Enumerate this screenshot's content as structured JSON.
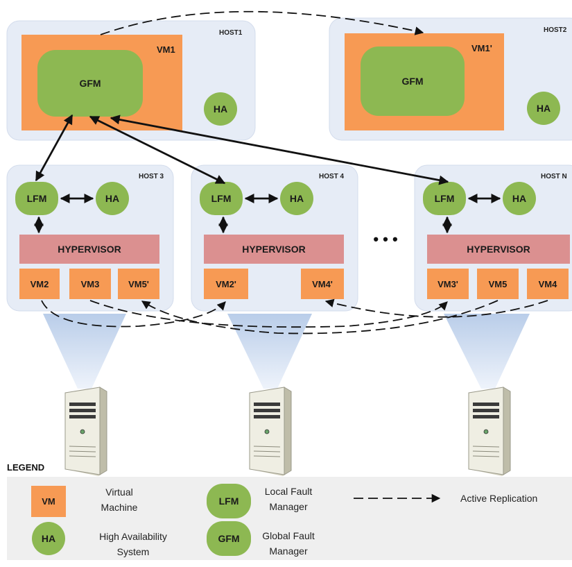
{
  "hosts": {
    "host1": {
      "label": "HOST1",
      "vm_label": "VM1",
      "gfm_label": "GFM",
      "ha_label": "HA"
    },
    "host2": {
      "label": "HOST2",
      "vm_label": "VM1'",
      "gfm_label": "GFM",
      "ha_label": "HA"
    },
    "host3": {
      "label": "HOST 3",
      "lfm_label": "LFM",
      "ha_label": "HA",
      "hypervisor_label": "HYPERVISOR",
      "vms": [
        "VM2",
        "VM3",
        "VM5'"
      ]
    },
    "host4": {
      "label": "HOST 4",
      "lfm_label": "LFM",
      "ha_label": "HA",
      "hypervisor_label": "HYPERVISOR",
      "vms": [
        "VM2'",
        "VM4'"
      ]
    },
    "hostn": {
      "label": "HOST N",
      "lfm_label": "LFM",
      "ha_label": "HA",
      "hypervisor_label": "HYPERVISOR",
      "vms": [
        "VM3'",
        "VM5",
        "VM4"
      ]
    }
  },
  "ellipsis": "• • •",
  "legend": {
    "title": "LEGEND",
    "vm": {
      "symbol": "VM",
      "text_line1": "Virtual",
      "text_line2": "Machine"
    },
    "ha": {
      "symbol": "HA",
      "text_line1": "High Availability",
      "text_line2": "System"
    },
    "lfm": {
      "symbol": "LFM",
      "text_line1": "Local Fault",
      "text_line2": "Manager"
    },
    "gfm": {
      "symbol": "GFM",
      "text_line1": "Global Fault",
      "text_line2": "Manager"
    },
    "replication": {
      "text": "Active Replication"
    }
  },
  "colors": {
    "host_background": "#e6ecf6",
    "vm": "#f79a54",
    "fault_manager": "#8db852",
    "hypervisor": "#db9090",
    "legend_background": "#efefef"
  }
}
